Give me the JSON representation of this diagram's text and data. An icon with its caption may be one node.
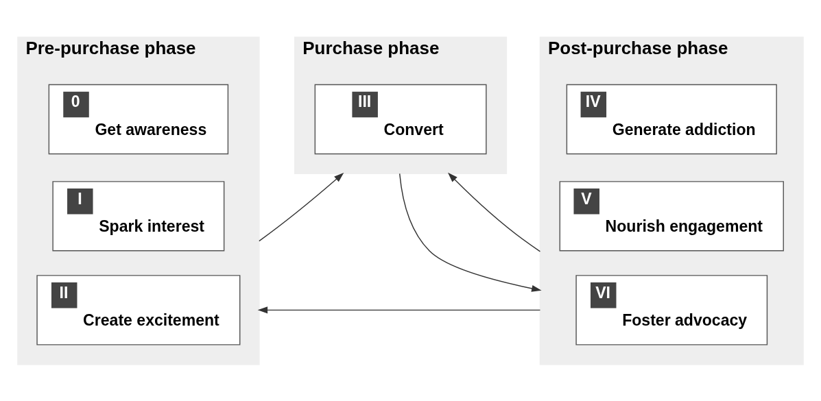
{
  "diagram": {
    "nodes": [
      {
        "text": [
          "Pre-purchase phase"
        ]
      },
      {
        "text": [
          "0",
          "Get awareness"
        ],
        "in": 0
      },
      {
        "text": [
          "I",
          "Spark interest"
        ],
        "in": 0
      },
      {
        "text": [
          "II",
          "Create excitement"
        ],
        "in": 0
      },
      {
        "text": [
          "Purchase phase"
        ]
      },
      {
        "text": [
          "III",
          "Convert"
        ],
        "in": 4
      },
      {
        "text": [
          "Post-purchase phase"
        ]
      },
      {
        "text": [
          "IV",
          "Generate addiction"
        ],
        "in": 6
      },
      {
        "text": [
          "V",
          "Nourish engagement"
        ],
        "in": 6
      },
      {
        "text": [
          "VI",
          "Foster advocacy"
        ],
        "in": 6
      }
    ],
    "edges": [
      {
        "from": 0,
        "to": 4,
        "arrow": "to"
      },
      {
        "from": 4,
        "to": 6,
        "arrow": "to"
      },
      {
        "from": 6,
        "to": 0,
        "arrow": "to"
      },
      {
        "from": 6,
        "to": 4,
        "arrow": "to"
      }
    ]
  }
}
